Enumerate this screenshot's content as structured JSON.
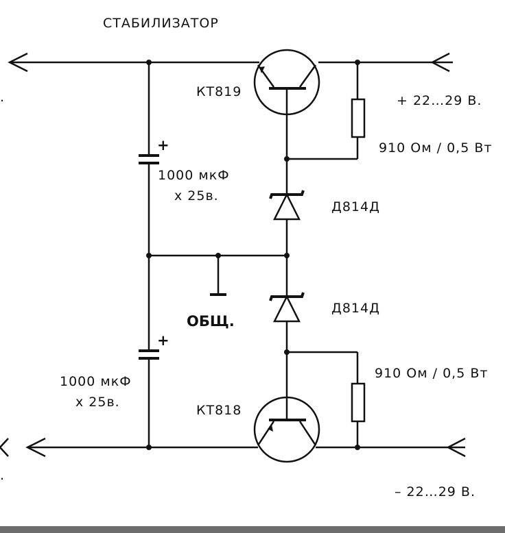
{
  "title": "СТАБИЛИЗАТОР",
  "transistors": {
    "top": "КТ819",
    "bottom": "КТ818"
  },
  "capacitors": {
    "top": {
      "value": "1000 мкФ",
      "voltage": "х 25в.",
      "polarity": "+"
    },
    "bottom": {
      "value": "1000 мкФ",
      "voltage": "х 25в.",
      "polarity": "+"
    }
  },
  "resistors": {
    "top": "910 Ом / 0,5 Вт",
    "bottom": "910 Ом / 0,5 Вт"
  },
  "diodes": {
    "top": "Д814Д",
    "bottom": "Д814Д"
  },
  "terminals": {
    "positive_input": "+ 22…29 В.",
    "negative_input": "– 22…29 В.",
    "common": "ОБЩ."
  },
  "edge_marks": {
    "top": ".",
    "bottom": "."
  },
  "colors": {
    "line": "#111111",
    "background": "#ffffff",
    "bottom_strip": "#6d6d6d"
  }
}
